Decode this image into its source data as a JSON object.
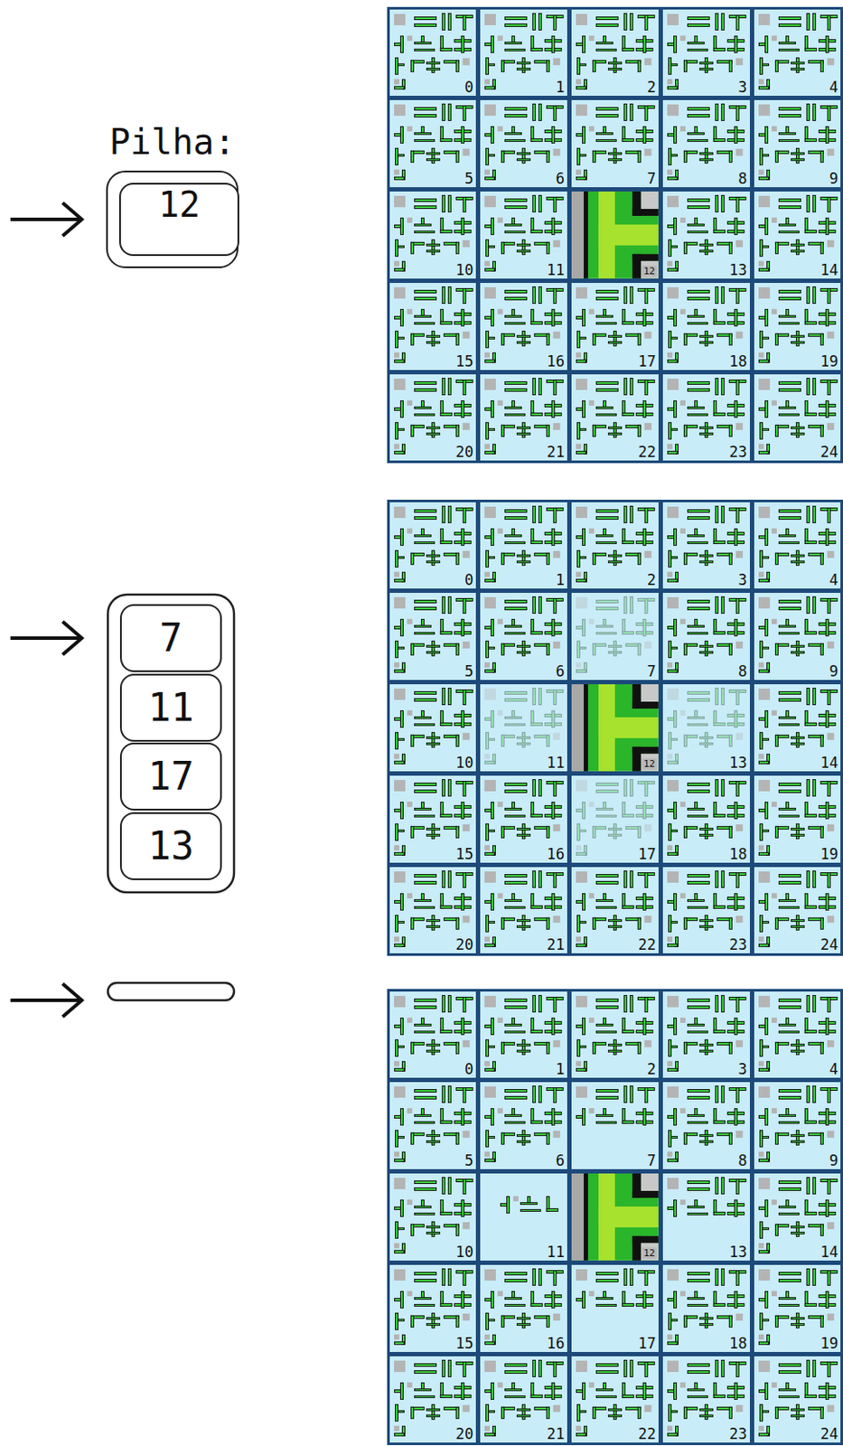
{
  "diagram": {
    "nodes": [
      {
        "text": [
          "Pilha:"
        ]
      },
      {
        "text": [
          "12"
        ],
        "in": 0
      },
      {
        "text": [
          "0"
        ]
      },
      {
        "text": [
          "1"
        ]
      },
      {
        "text": [
          "2"
        ]
      },
      {
        "text": [
          "3"
        ]
      },
      {
        "text": [
          "4"
        ]
      },
      {
        "text": [
          "5"
        ]
      },
      {
        "text": [
          "6"
        ]
      },
      {
        "text": [
          "7"
        ]
      },
      {
        "text": [
          "8"
        ]
      },
      {
        "text": [
          "9"
        ]
      },
      {
        "text": [
          "10"
        ]
      },
      {
        "text": [
          "11"
        ]
      },
      {
        "text": [
          "12"
        ]
      },
      {
        "text": [
          "13"
        ]
      },
      {
        "text": [
          "14"
        ]
      },
      {
        "text": [
          "15"
        ]
      },
      {
        "text": [
          "16"
        ]
      },
      {
        "text": [
          "17"
        ]
      },
      {
        "text": [
          "18"
        ]
      },
      {
        "text": [
          "19"
        ]
      },
      {
        "text": [
          "20"
        ]
      },
      {
        "text": [
          "21"
        ]
      },
      {
        "text": [
          "22"
        ]
      },
      {
        "text": [
          "23"
        ]
      },
      {
        "text": [
          "24"
        ]
      },
      {
        "text": [
          "7"
        ]
      },
      {
        "text": [
          "11"
        ]
      },
      {
        "text": [
          "17"
        ]
      },
      {
        "text": [
          "13"
        ]
      },
      {
        "text": [
          "0"
        ]
      },
      {
        "text": [
          "1"
        ]
      },
      {
        "text": [
          "2"
        ]
      },
      {
        "text": [
          "3"
        ]
      },
      {
        "text": [
          "4"
        ]
      },
      {
        "text": [
          "5"
        ]
      },
      {
        "text": [
          "6"
        ]
      },
      {
        "text": [
          "7"
        ]
      },
      {
        "text": [
          "8"
        ]
      },
      {
        "text": [
          "9"
        ]
      },
      {
        "text": [
          "10"
        ]
      },
      {
        "text": [
          "11"
        ]
      },
      {
        "text": [
          "12"
        ]
      },
      {
        "text": [
          "13"
        ]
      },
      {
        "text": [
          "14"
        ]
      },
      {
        "text": [
          "15"
        ]
      },
      {
        "text": [
          "16"
        ]
      },
      {
        "text": [
          "17"
        ]
      },
      {
        "text": [
          "18"
        ]
      },
      {
        "text": [
          "19"
        ]
      },
      {
        "text": [
          "20"
        ]
      },
      {
        "text": [
          "21"
        ]
      },
      {
        "text": [
          "22"
        ]
      },
      {
        "text": [
          "23"
        ]
      },
      {
        "text": [
          "24"
        ]
      },
      {
        "text": [
          "0"
        ]
      },
      {
        "text": [
          "1"
        ]
      },
      {
        "text": [
          "2"
        ]
      },
      {
        "text": [
          "3"
        ]
      },
      {
        "text": [
          "4"
        ]
      },
      {
        "text": [
          "5"
        ]
      },
      {
        "text": [
          "6"
        ]
      },
      {
        "text": [
          "7"
        ]
      },
      {
        "text": [
          "8"
        ]
      },
      {
        "text": [
          "9"
        ]
      },
      {
        "text": [
          "10"
        ]
      },
      {
        "text": [
          "11"
        ]
      },
      {
        "text": [
          "12"
        ]
      },
      {
        "text": [
          "13"
        ]
      },
      {
        "text": [
          "14"
        ]
      },
      {
        "text": [
          "15"
        ]
      },
      {
        "text": [
          "16"
        ]
      },
      {
        "text": [
          "17"
        ]
      },
      {
        "text": [
          "18"
        ]
      },
      {
        "text": [
          "19"
        ]
      },
      {
        "text": [
          "20"
        ]
      },
      {
        "text": [
          "21"
        ]
      },
      {
        "text": [
          "22"
        ]
      },
      {
        "text": [
          "23"
        ]
      },
      {
        "text": [
          "24"
        ]
      }
    ]
  }
}
